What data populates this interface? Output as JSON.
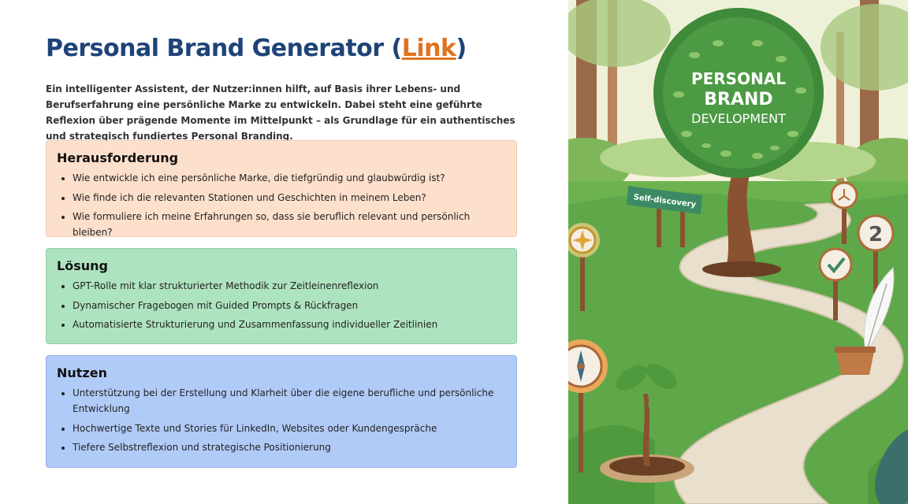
{
  "header": {
    "title_text": "Personal Brand Generator (",
    "title_link": "Link",
    "title_close": ")"
  },
  "intro": "Ein intelligenter Assistent, der Nutzer:innen hilft, auf Basis ihrer Lebens- und Berufserfahrung eine persönliche Marke zu entwickeln. Dabei steht eine geführte Reflexion über prägende Momente im Mittelpunkt – als Grundlage für ein authentisches und strategisch fundiertes Personal Branding.",
  "challenge": {
    "heading": "Herausforderung",
    "items": [
      "Wie entwickle ich eine persönliche Marke, die tiefgründig und glaubwürdig ist?",
      "Wie finde ich die relevanten Stationen und Geschichten in meinem Leben?",
      "Wie formuliere ich meine Erfahrungen so, dass sie beruflich relevant und persönlich bleiben?"
    ]
  },
  "solution": {
    "heading": "Lösung",
    "items": [
      "GPT-Rolle mit klar strukturierter Methodik zur Zeitleinenreflexion",
      "Dynamischer Fragebogen mit Guided Prompts & Rückfragen",
      "Automatisierte Strukturierung und Zusammenfassung individueller Zeitlinien"
    ]
  },
  "benefit": {
    "heading": "Nutzen",
    "items": [
      "Unterstützung bei der Erstellung  und Klarheit über die eigene berufliche und persönliche Entwicklung",
      "Hochwertige Texte und Stories für LinkedIn, Websites oder Kundengespräche",
      "Tiefere Selbstreflexion und strategische Positionierung"
    ]
  },
  "illustration": {
    "line1": "PERSONAL",
    "line2": "BRAND",
    "line3": "DEVELOPMENT",
    "banner": "Self-discovery",
    "sign_number": "2",
    "colors": {
      "leaf": "#3f8a3a",
      "leaf_light": "#8cc56a",
      "trunk": "#8a5230",
      "path": "#e9dfcd",
      "grass": "#5fa84a",
      "sky": "#f6f1dc"
    }
  }
}
